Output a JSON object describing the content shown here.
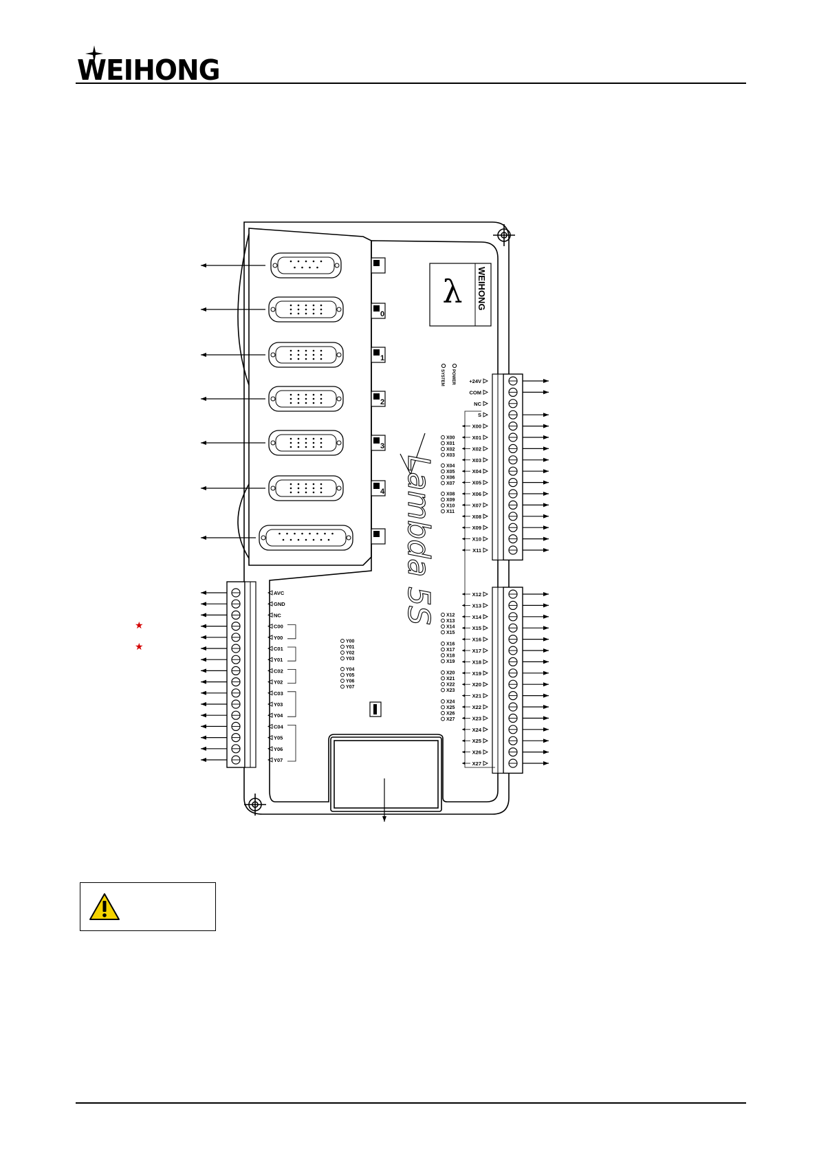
{
  "brand": {
    "name": "WEIHONG"
  },
  "device": {
    "module_brand": "WEIHONG",
    "model_text": "Lambda 5S",
    "lambda_glyph": "λ",
    "status_leds": [
      "POWER",
      "SYSTEM"
    ],
    "port_labels": [
      "0",
      "1",
      "2",
      "3",
      "4"
    ],
    "output_terminals": [
      "AVC",
      "GND",
      "NC",
      "C00",
      "Y00",
      "C01",
      "Y01",
      "C02",
      "Y02",
      "C03",
      "Y03",
      "Y04",
      "C04",
      "Y05",
      "Y06",
      "Y07"
    ],
    "output_leds": [
      [
        "Y00",
        "Y01",
        "Y02",
        "Y03"
      ],
      [
        "Y04",
        "Y05",
        "Y06",
        "Y07"
      ]
    ],
    "input_terminals_top": [
      "+24V",
      "COM",
      "NC",
      "S",
      "X00",
      "X01",
      "X02",
      "X03",
      "X04",
      "X05",
      "X06",
      "X07",
      "X08",
      "X09",
      "X10",
      "X11"
    ],
    "input_terminals_bottom": [
      "X12",
      "X13",
      "X14",
      "X15",
      "X16",
      "X17",
      "X18",
      "X19",
      "X20",
      "X21",
      "X22",
      "X23",
      "X24",
      "X25",
      "X26",
      "X27"
    ],
    "input_leds": [
      [
        "X00",
        "X01",
        "X02",
        "X03"
      ],
      [
        "X04",
        "X05",
        "X06",
        "X07"
      ],
      [
        "X08",
        "X09",
        "X10",
        "X11"
      ],
      [
        "X12",
        "X13",
        "X14",
        "X15"
      ],
      [
        "X16",
        "X17",
        "X18",
        "X19"
      ],
      [
        "X20",
        "X21",
        "X22",
        "X23"
      ],
      [
        "X24",
        "X25",
        "X26",
        "X27"
      ]
    ]
  },
  "colors": {
    "star": "#d40000",
    "warning_fill": "#f5d300",
    "line": "#000000"
  },
  "icons": {
    "warning": "warning-triangle-icon",
    "star": "red-star-icon"
  }
}
